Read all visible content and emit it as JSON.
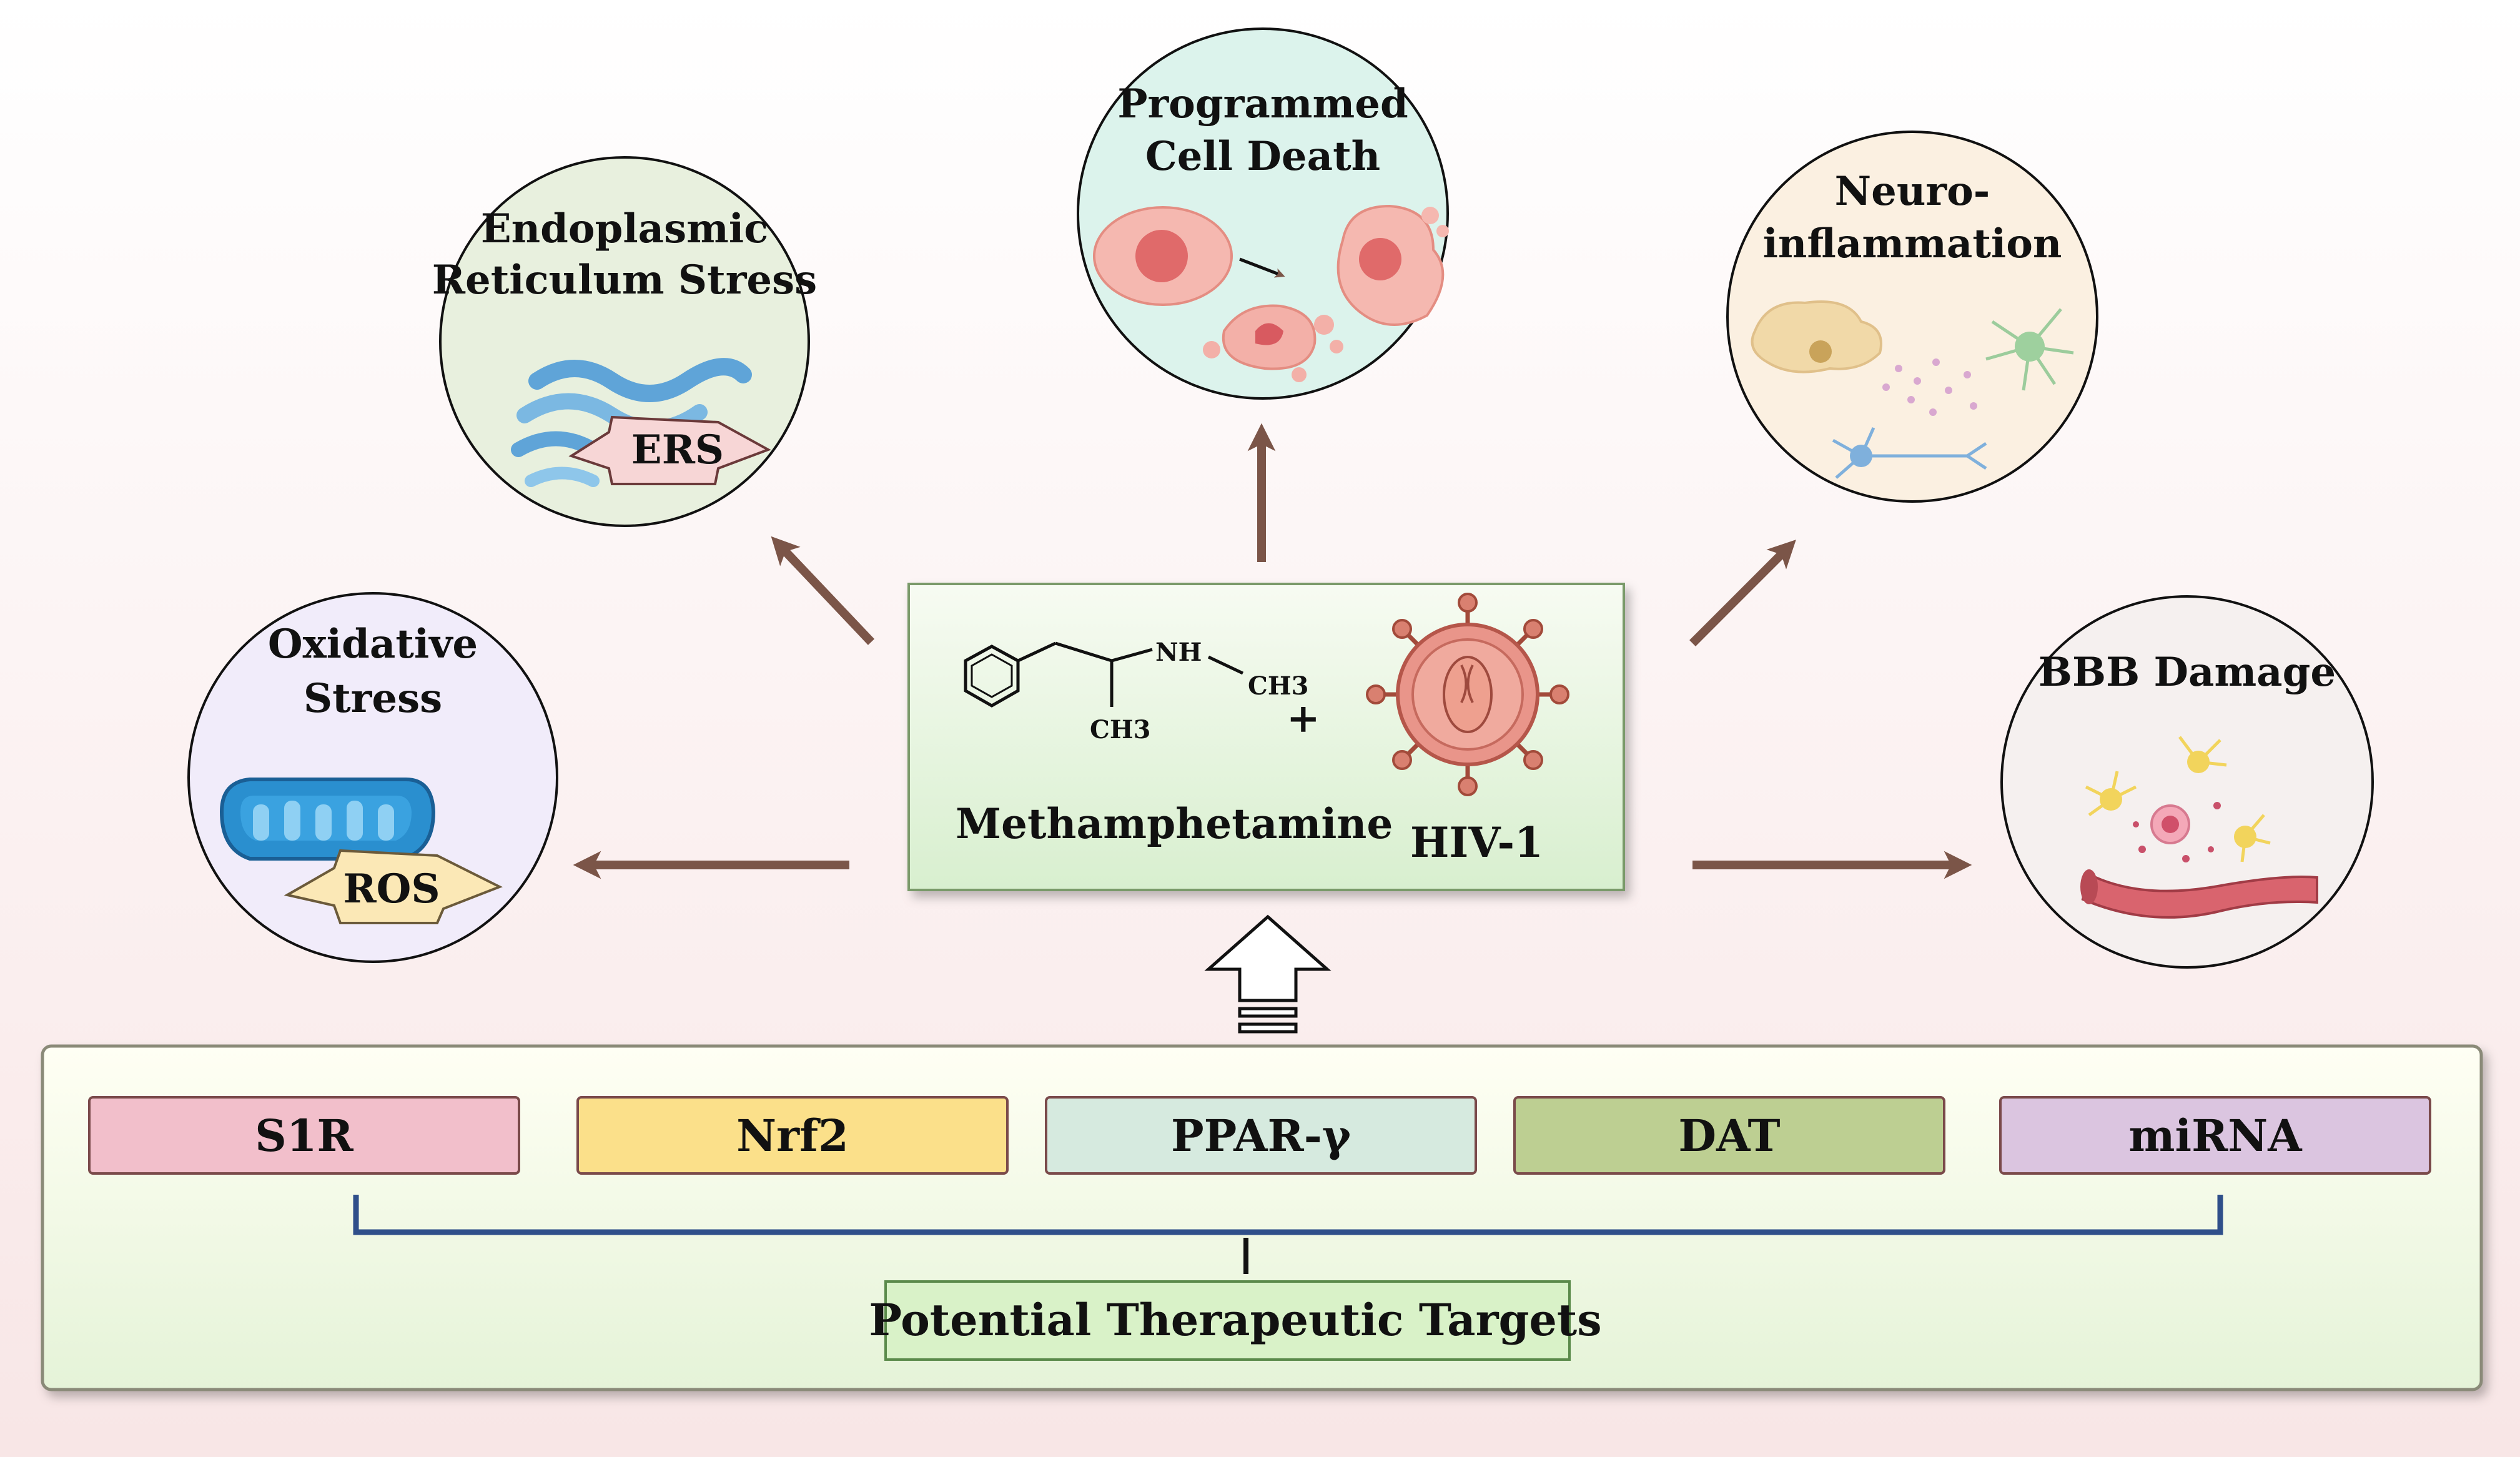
{
  "center": {
    "molecule_name": "Methamphetamine",
    "virus_name": "HIV-1",
    "plus_sign": "+",
    "atom_nh": "NH",
    "atom_ch3_right": "CH3",
    "atom_ch3_bottom": "CH3"
  },
  "effects": {
    "oxidative": {
      "line1": "Oxidative",
      "line2": "Stress",
      "badge": "ROS"
    },
    "er_stress": {
      "line1": "Endoplasmic",
      "line2": "Reticulum Stress",
      "badge": "ERS"
    },
    "cell_death": {
      "line1": "Programmed",
      "line2": "Cell Death"
    },
    "neuroinflammation": {
      "line1": "Neuro-",
      "line2": "inflammation"
    },
    "bbb": {
      "line1": "BBB Damage"
    }
  },
  "targets": {
    "items": [
      {
        "label": "S1R",
        "color": "#f2bfcb"
      },
      {
        "label": "Nrf2",
        "color": "#fbe08a"
      },
      {
        "label": "PPAR-γ",
        "color": "#d6eadf"
      },
      {
        "label": "DAT",
        "color": "#bdcf92"
      },
      {
        "label": "miRNA",
        "color": "#dbc5e0"
      }
    ],
    "footer": "Potential Therapeutic Targets"
  },
  "colors": {
    "arrow": "#7b5548",
    "bracket": "#2f4f8a",
    "center_box": "#e4f4de"
  }
}
